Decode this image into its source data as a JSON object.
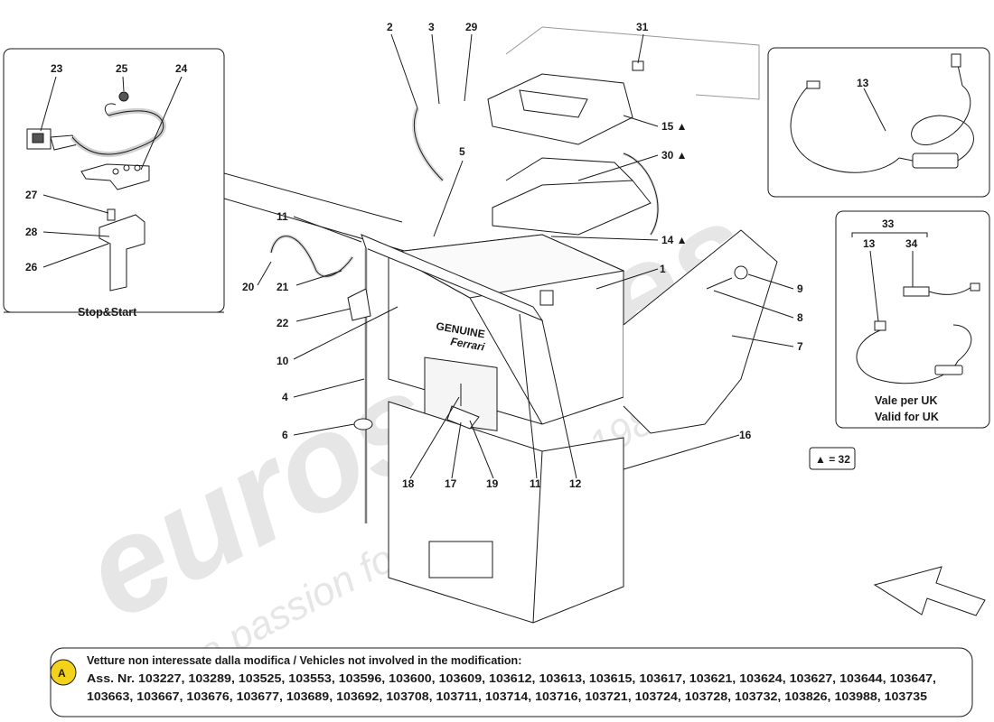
{
  "diagram": {
    "callouts": {
      "c1": "1",
      "c2": "2",
      "c3": "3",
      "c4": "4",
      "c5": "5",
      "c6": "6",
      "c7": "7",
      "c8": "8",
      "c9": "9",
      "c10": "10",
      "c11a": "11",
      "c11b": "11",
      "c12": "12",
      "c13a": "13",
      "c13b": "13",
      "c14": "14 ▲",
      "c15": "15 ▲",
      "c16": "16",
      "c17": "17",
      "c18": "18",
      "c19": "19",
      "c20": "20",
      "c21": "21",
      "c22": "22",
      "c23": "23",
      "c24": "24",
      "c25": "25",
      "c26": "26",
      "c27": "27",
      "c28": "28",
      "c29": "29",
      "c30": "30 ▲",
      "c31": "31",
      "c33": "33",
      "c34": "34"
    },
    "stop_start_label": "Stop&Start",
    "uk_label_it": "Vale per UK",
    "uk_label_en": "Valid for UK",
    "triangle_legend": "▲ = 32",
    "battery_brand_1": "GENUINE",
    "battery_brand_2": "Ferrari",
    "watermark_main": "eurospares",
    "watermark_tagline": "a passion for parts since 1985",
    "note": {
      "marker": "A",
      "line1": "Vetture non interessate dalla modifica / Vehicles not involved in the modification:",
      "line2": "Ass. Nr. 103227, 103289, 103525, 103553, 103596, 103600, 103609, 103612, 103613, 103615, 103617, 103621, 103624, 103627, 103644, 103647,",
      "line3": "103663, 103667, 103676, 103677, 103689, 103692, 103708, 103711, 103714, 103716, 103721, 103724, 103728, 103732, 103826, 103988, 103735"
    },
    "colors": {
      "line": "#1a1a1a",
      "note_marker_fill": "#f2d21b",
      "watermark": "#e6e6e6"
    }
  }
}
